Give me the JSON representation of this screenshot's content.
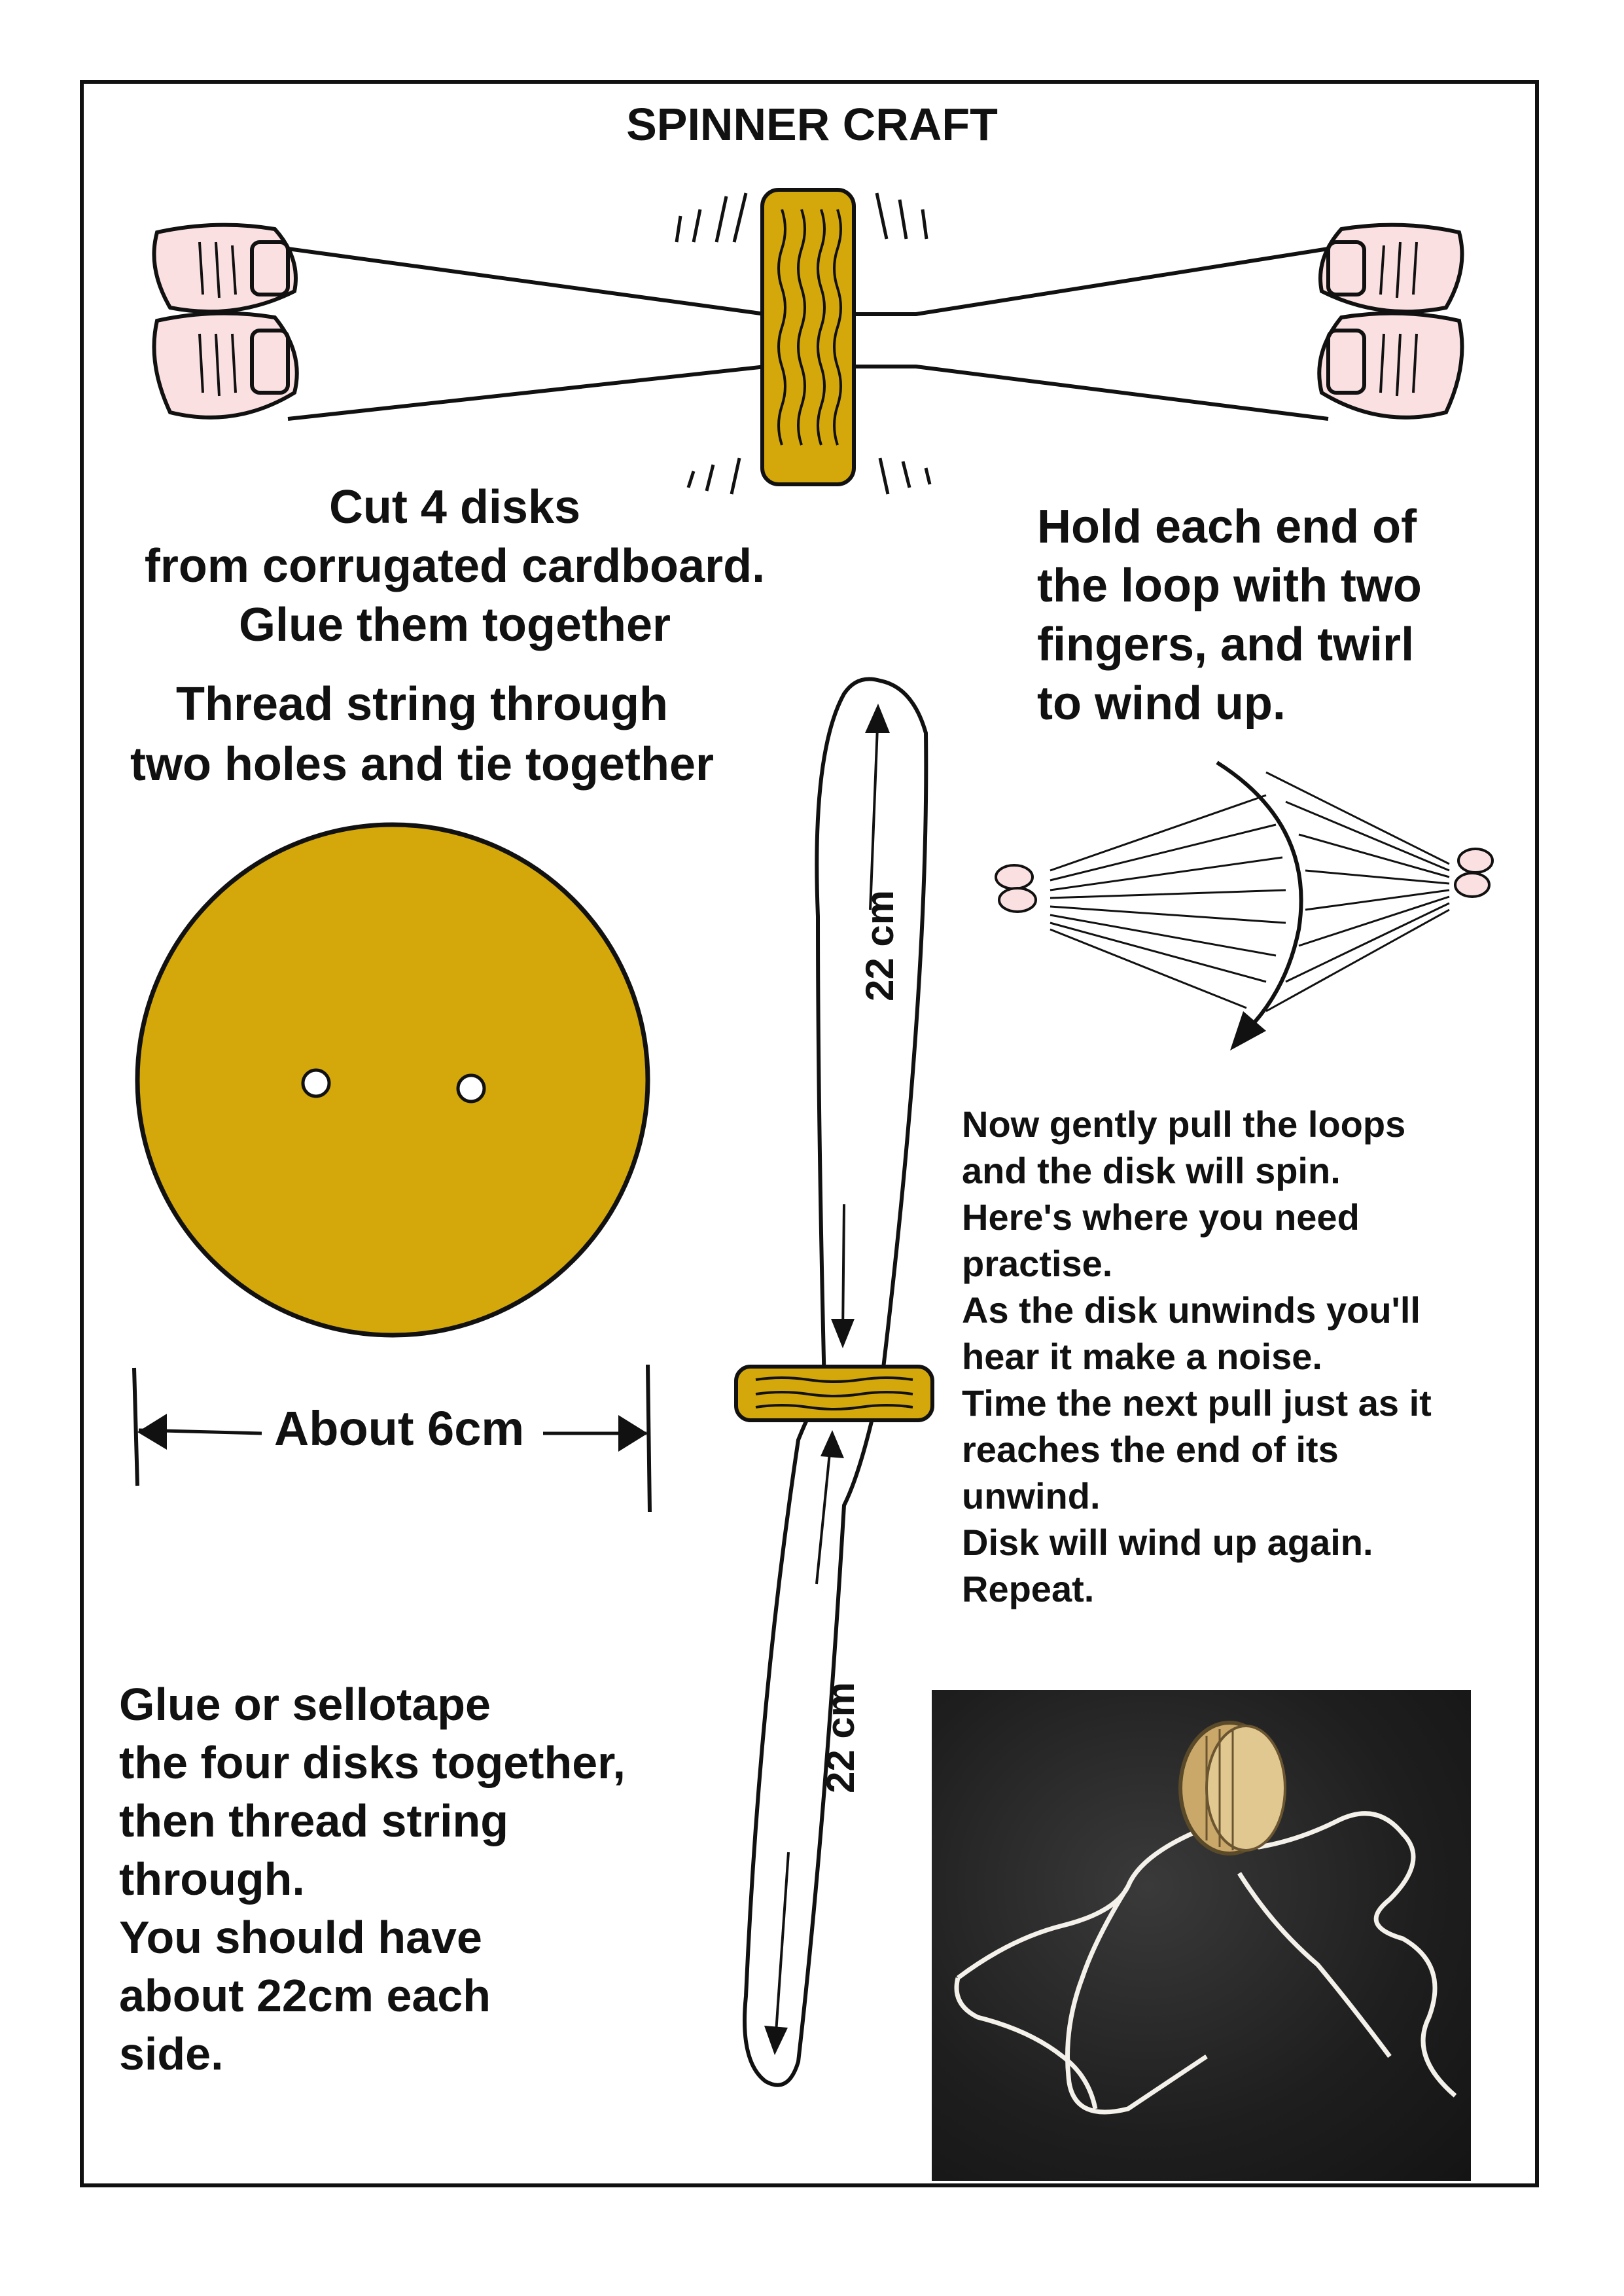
{
  "title": "SPINNER CRAFT",
  "cut_text": "Cut 4 disks\nfrom corrugated cardboard.\nGlue them together",
  "thread_text": "Thread string through\ntwo holes and tie together",
  "hold_text": "Hold each end of\nthe loop with two\nfingers, and twirl\nto wind up.",
  "now_text": "Now gently pull the loops\nand the disk will spin.\nHere's where you need\npractise.\nAs the disk unwinds you'll\nhear it make a noise.\nTime the next pull just as it\nreaches the end of its\nunwind.\nDisk will wind up again.\nRepeat.",
  "glue_text": "Glue or sellotape\nthe four disks together,\nthen thread string\nthrough.\nYou should have\nabout 22cm each\nside.",
  "diameter_label": "About 6cm",
  "length_label_top": "22 cm",
  "length_label_bottom": "22 cm",
  "colors": {
    "cardboard": "#d4a80a",
    "skin": "#fbe0e2",
    "ink": "#111111",
    "photo_bg": "#1e1e1e"
  }
}
